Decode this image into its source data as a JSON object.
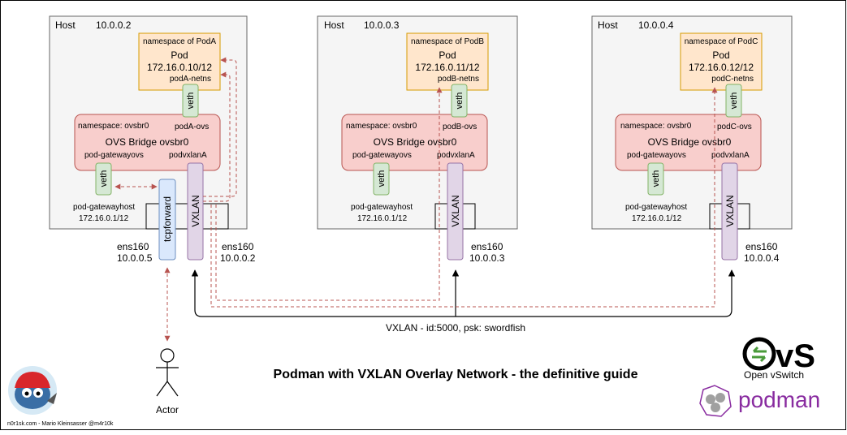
{
  "title": "Podman with VXLAN Overlay Network - the definitive guide",
  "vxlan_label": "VXLAN - id:5000, psk: swordfish",
  "credit": "n0r1sk.com - Mario Kleinsasser @m4r10k",
  "actor_label": "Actor",
  "logos": {
    "ovs_letters": "OvS",
    "ovs_text": "Open vSwitch",
    "podman_text": "podman"
  },
  "hosts": {
    "a": {
      "host_label": "Host",
      "ip": "10.0.0.2",
      "ns_label": "namespace of PodA",
      "pod_label": "Pod",
      "pod_ip": "172.16.0.10/12",
      "netns": "podA-netns",
      "veth": "veth",
      "bridge_ns": "namespace: ovsbr0",
      "bridge_port": "podA-ovs",
      "bridge_name": "OVS Bridge ovsbr0",
      "gw_port": "pod-gatewayovs",
      "vxlan_port": "podvxlanA",
      "veth2": "veth",
      "gw_host": "pod-gatewayhost",
      "gw_ip": "172.16.0.1/12",
      "vxlan_if": "VXLAN",
      "tcp_if": "tcpforward",
      "nic_left": "ens160",
      "nic_left_ip": "10.0.0.5",
      "nic": "ens160",
      "nic_ip": "10.0.0.2"
    },
    "b": {
      "host_label": "Host",
      "ip": "10.0.0.3",
      "ns_label": "namespace of PodB",
      "pod_label": "Pod",
      "pod_ip": "172.16.0.11/12",
      "netns": "podB-netns",
      "veth": "veth",
      "bridge_ns": "namespace: ovsbr0",
      "bridge_port": "podB-ovs",
      "bridge_name": "OVS Bridge ovsbr0",
      "gw_port": "pod-gatewayovs",
      "vxlan_port": "podvxlanA",
      "veth2": "veth",
      "gw_host": "pod-gatewayhost",
      "gw_ip": "172.16.0.1/12",
      "vxlan_if": "VXLAN",
      "nic": "ens160",
      "nic_ip": "10.0.0.3"
    },
    "c": {
      "host_label": "Host",
      "ip": "10.0.0.4",
      "ns_label": "namespace of PodC",
      "pod_label": "Pod",
      "pod_ip": "172.16.0.12/12",
      "netns": "podC-netns",
      "veth": "veth",
      "bridge_ns": "namespace: ovsbr0",
      "bridge_port": "podC-ovs",
      "bridge_name": "OVS Bridge ovsbr0",
      "gw_port": "pod-gatewayovs",
      "vxlan_port": "podvxlanA",
      "veth2": "veth",
      "gw_host": "pod-gatewayhost",
      "gw_ip": "172.16.0.1/12",
      "vxlan_if": "VXLAN",
      "nic": "ens160",
      "nic_ip": "10.0.0.4"
    }
  },
  "colors": {
    "pod_fill": "#ffe6cc",
    "pod_stroke": "#d79b00",
    "veth_fill": "#d5e8d4",
    "veth_stroke": "#82b366",
    "bridge_fill": "#f8cecc",
    "bridge_stroke": "#b85450",
    "vxlan_fill": "#e1d5e7",
    "vxlan_stroke": "#9673a6",
    "tcp_fill": "#dae8fc",
    "tcp_stroke": "#6c8ebf",
    "host_fill": "#f5f5f5",
    "host_stroke": "#666666",
    "dashed_red": "#b85450"
  }
}
